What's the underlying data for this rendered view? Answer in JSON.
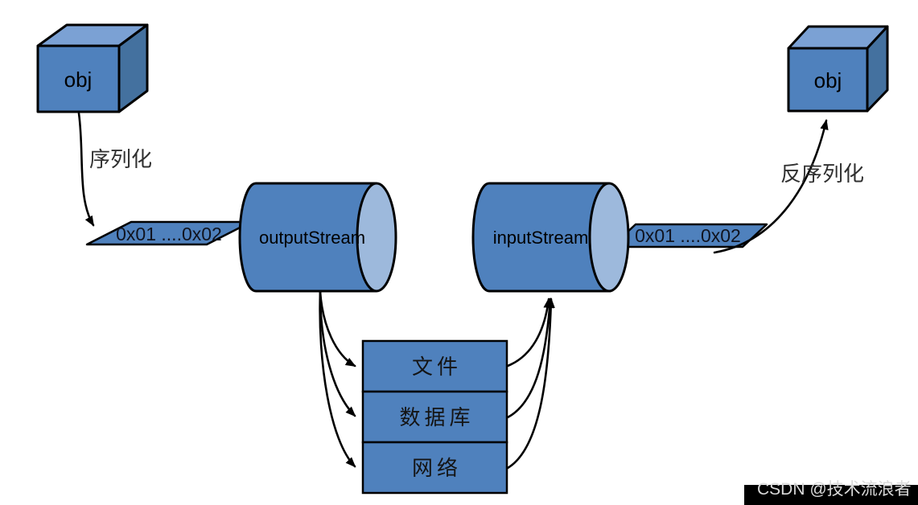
{
  "diagram": {
    "left_object": "obj",
    "right_object": "obj",
    "serialize_label": "序列化",
    "deserialize_label": "反序列化",
    "left_bytes": "0x01 ....0x02",
    "right_bytes": "0x01 ....0x02",
    "output_stream_label": "outputStream",
    "input_stream_label": "inputStream",
    "destinations": [
      "文件",
      "数据库",
      "网络"
    ],
    "colors": {
      "shape_fill": "#4f81bd",
      "cube_top": "#7ba1d4",
      "cube_side": "#44719f",
      "cylinder_cap": "#9db9dc",
      "outline": "#000000",
      "watermark_bg": "#000000",
      "watermark_fg": "#d9d9d9"
    },
    "watermark": "CSDN @技术流浪者"
  }
}
